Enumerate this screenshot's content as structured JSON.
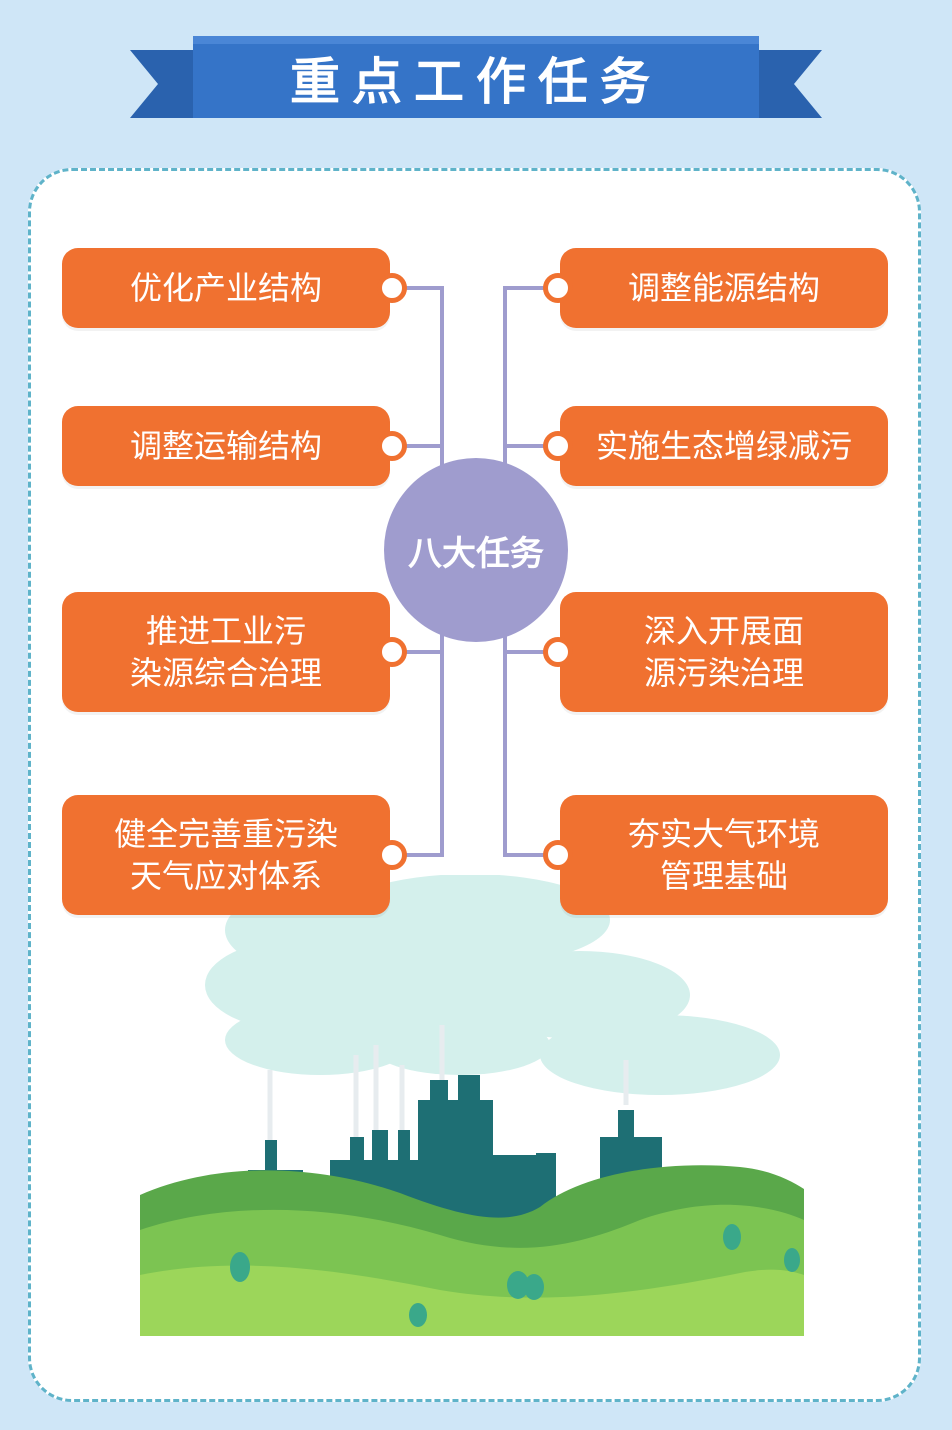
{
  "title": "重点工作任务",
  "center_label": "八大任务",
  "tasks_left": [
    {
      "lines": [
        "优化产业结构"
      ]
    },
    {
      "lines": [
        "调整运输结构"
      ]
    },
    {
      "lines": [
        "推进工业污",
        "染源综合治理"
      ]
    },
    {
      "lines": [
        "健全完善重污染",
        "天气应对体系"
      ]
    }
  ],
  "tasks_right": [
    {
      "lines": [
        "调整能源结构"
      ]
    },
    {
      "lines": [
        "实施生态增绿减污"
      ]
    },
    {
      "lines": [
        "深入开展面",
        "源污染治理"
      ]
    },
    {
      "lines": [
        "夯实大气环境",
        "管理基础"
      ]
    }
  ],
  "colors": {
    "background": "#cfe6f7",
    "banner": "#2f6fc4",
    "task_box": "#f07130",
    "center_circle": "#9f9cce",
    "connector": "#9f9cce",
    "panel_border": "#5fb3c9"
  }
}
